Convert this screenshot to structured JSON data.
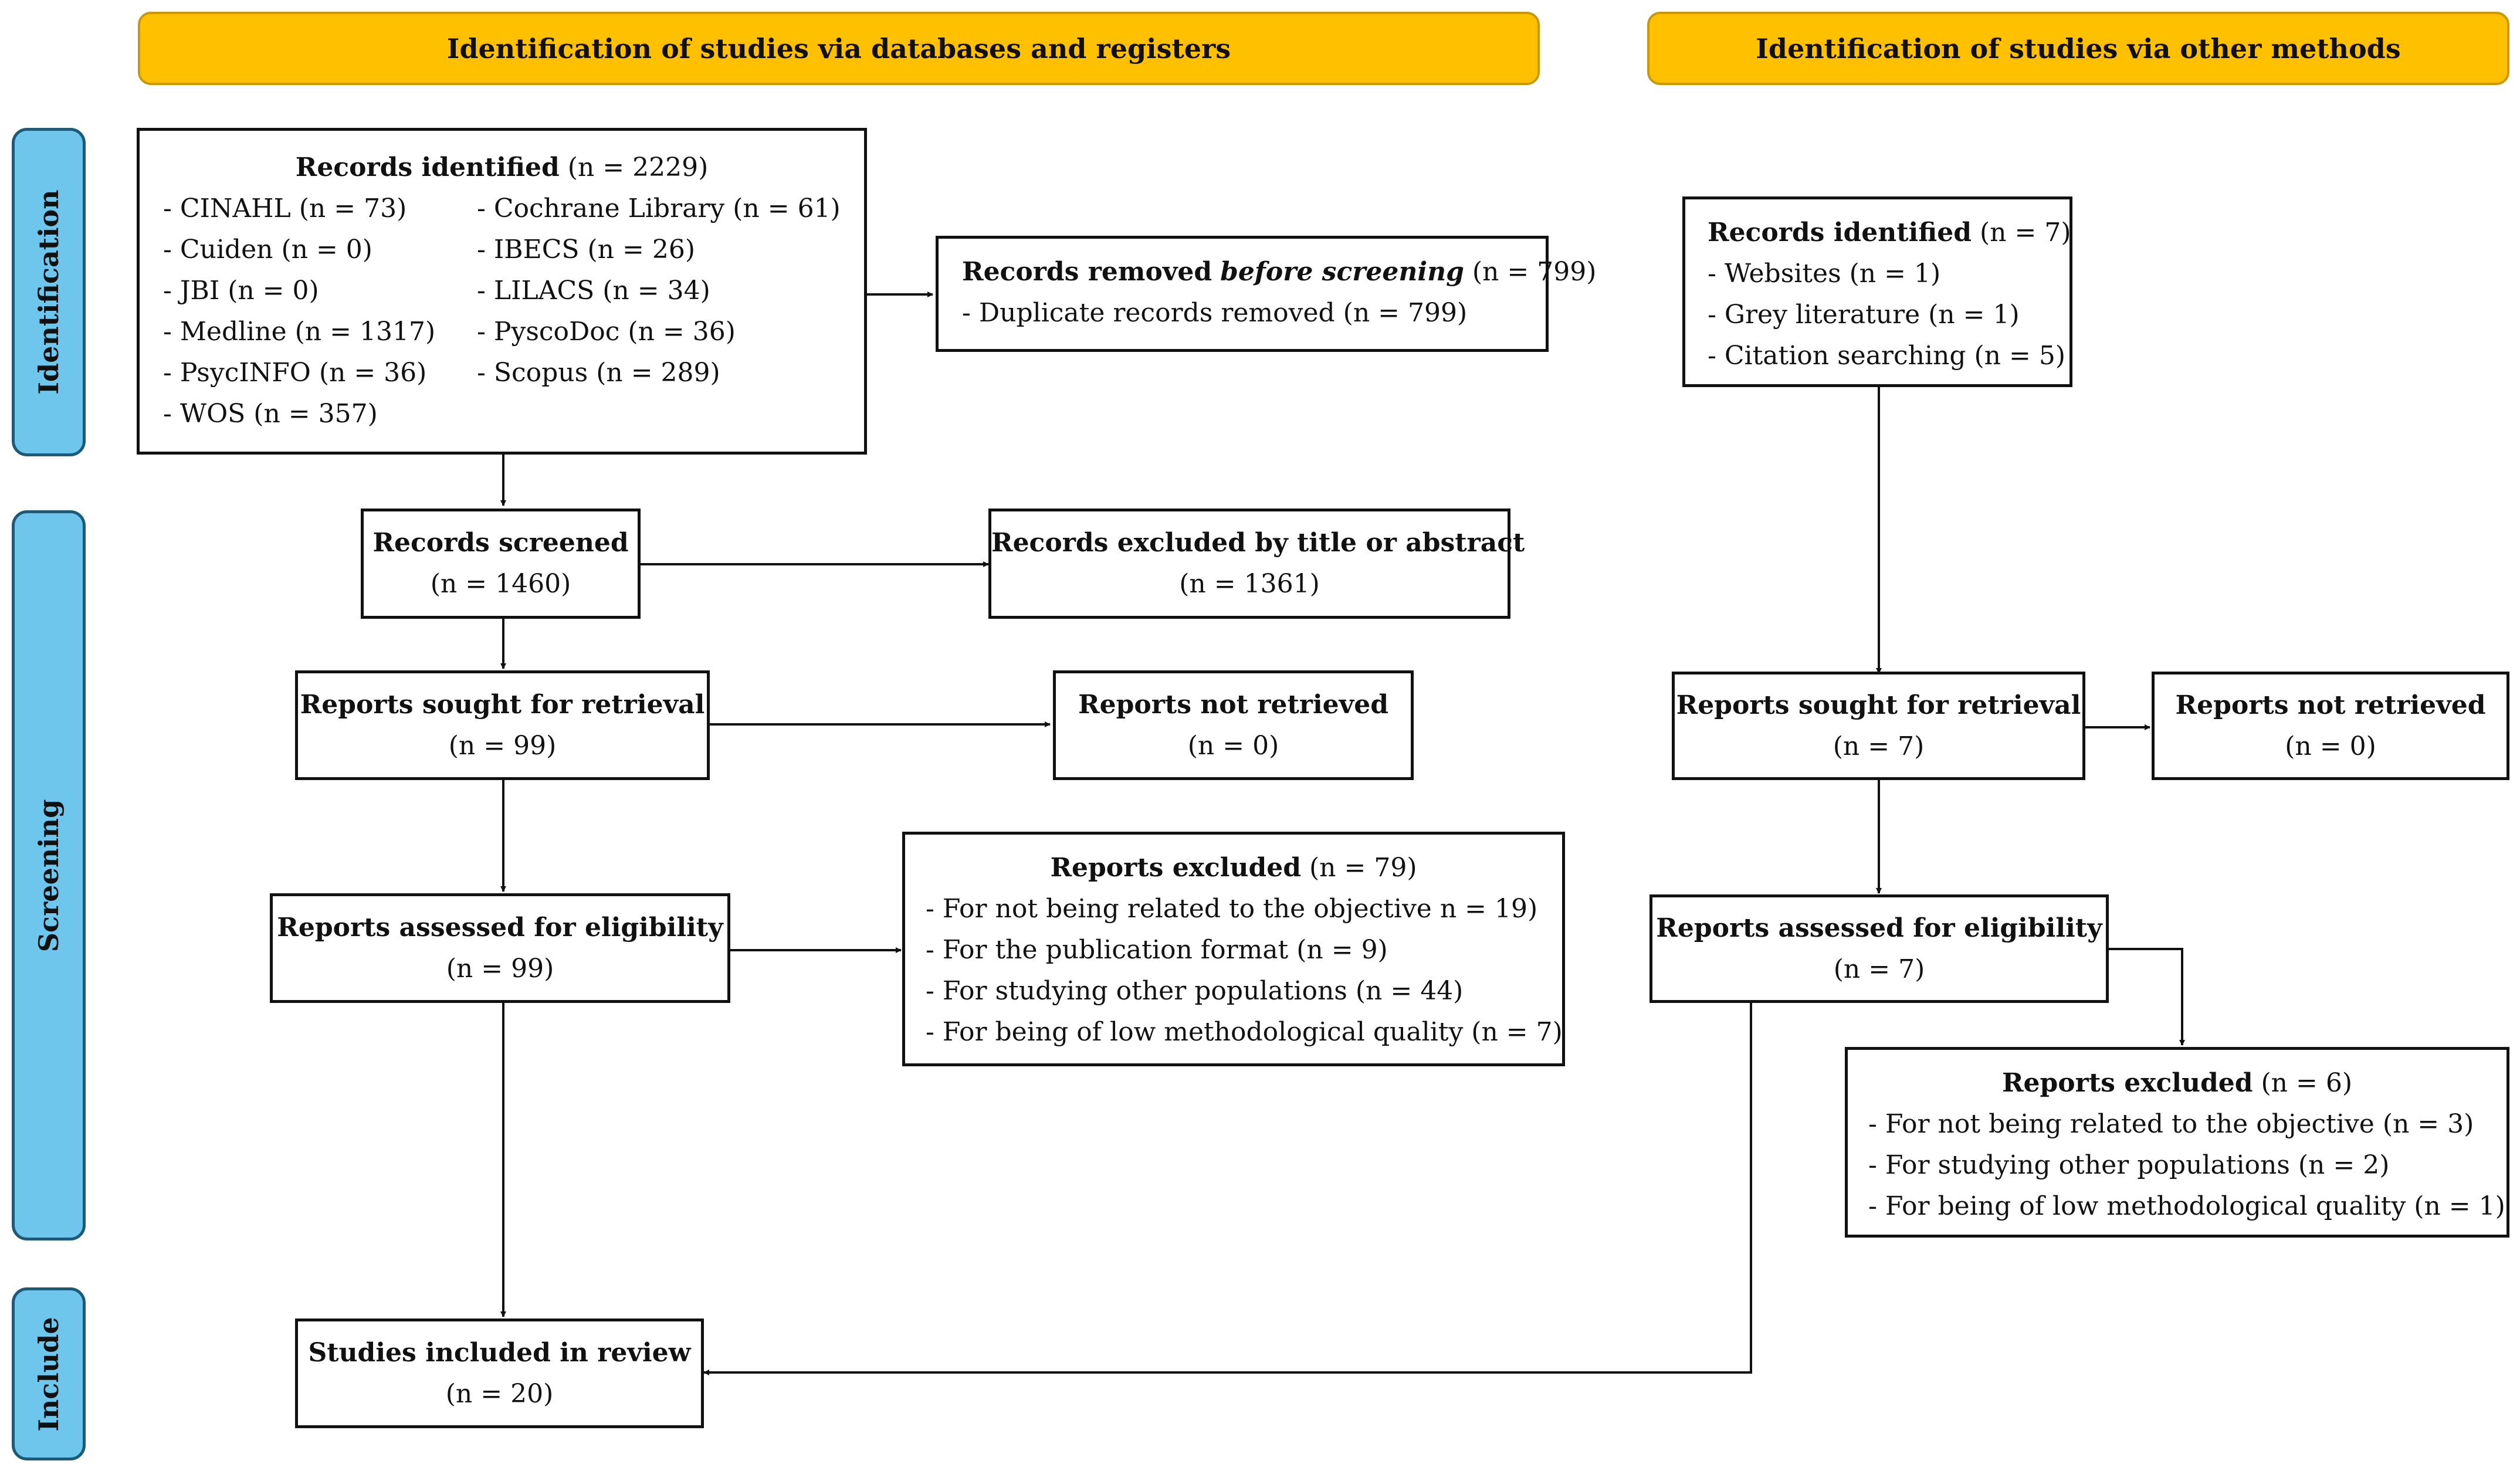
{
  "headers": {
    "databases": "Identification of studies via databases and registers",
    "other": "Identification of studies via other methods"
  },
  "phases": {
    "identification": "Identification",
    "screening": "Screening",
    "include": "Include"
  },
  "left": {
    "records_identified": {
      "title": "Records identified",
      "count": "(n = 2229)",
      "col1": [
        "- CINAHL (n = 73)",
        "- Cuiden (n = 0)",
        "- JBI (n = 0)",
        "- Medline (n = 1317)",
        "- PsycINFO (n = 36)",
        "- WOS (n = 357)"
      ],
      "col2": [
        "- Cochrane Library (n = 61)",
        "- IBECS (n = 26)",
        "- LILACS (n = 34)",
        "- PyscoDoc (n = 36)",
        "- Scopus (n = 289)"
      ]
    },
    "records_removed": {
      "title": "Records removed",
      "title_italic": "before screening",
      "count": "(n = 799)",
      "detail": "- Duplicate records removed (n = 799)"
    },
    "records_screened": {
      "title": "Records screened",
      "count": "(n = 1460)"
    },
    "records_excluded": {
      "title": "Records excluded by title or abstract",
      "count": "(n = 1361)"
    },
    "sought": {
      "title": "Reports sought for retrieval",
      "count": "(n = 99)"
    },
    "not_retrieved": {
      "title": "Reports not retrieved",
      "count": "(n = 0)"
    },
    "assessed": {
      "title": "Reports assessed for eligibility",
      "count": "(n = 99)"
    },
    "excluded": {
      "title": "Reports excluded",
      "count": "(n = 79)",
      "items": [
        "- For not being related to the objective n = 19)",
        "- For the publication format (n = 9)",
        "- For studying other populations (n = 44)",
        "- For being of low methodological quality (n = 7)"
      ]
    },
    "included": {
      "title": "Studies included in review",
      "count": "(n = 20)"
    }
  },
  "right": {
    "records_identified": {
      "title": "Records identified",
      "count": "(n = 7)",
      "items": [
        "- Websites (n = 1)",
        "- Grey literature (n = 1)",
        "- Citation searching (n = 5)"
      ]
    },
    "sought": {
      "title": "Reports sought for retrieval",
      "count": "(n = 7)"
    },
    "not_retrieved": {
      "title": "Reports not retrieved",
      "count": "(n = 0)"
    },
    "assessed": {
      "title": "Reports assessed for eligibility",
      "count": "(n = 7)"
    },
    "excluded": {
      "title": "Reports excluded",
      "count": "(n = 6)",
      "items": [
        "- For not being related to the objective (n = 3)",
        "- For studying other populations (n = 2)",
        "- For being of low methodological quality (n = 1)"
      ]
    }
  }
}
